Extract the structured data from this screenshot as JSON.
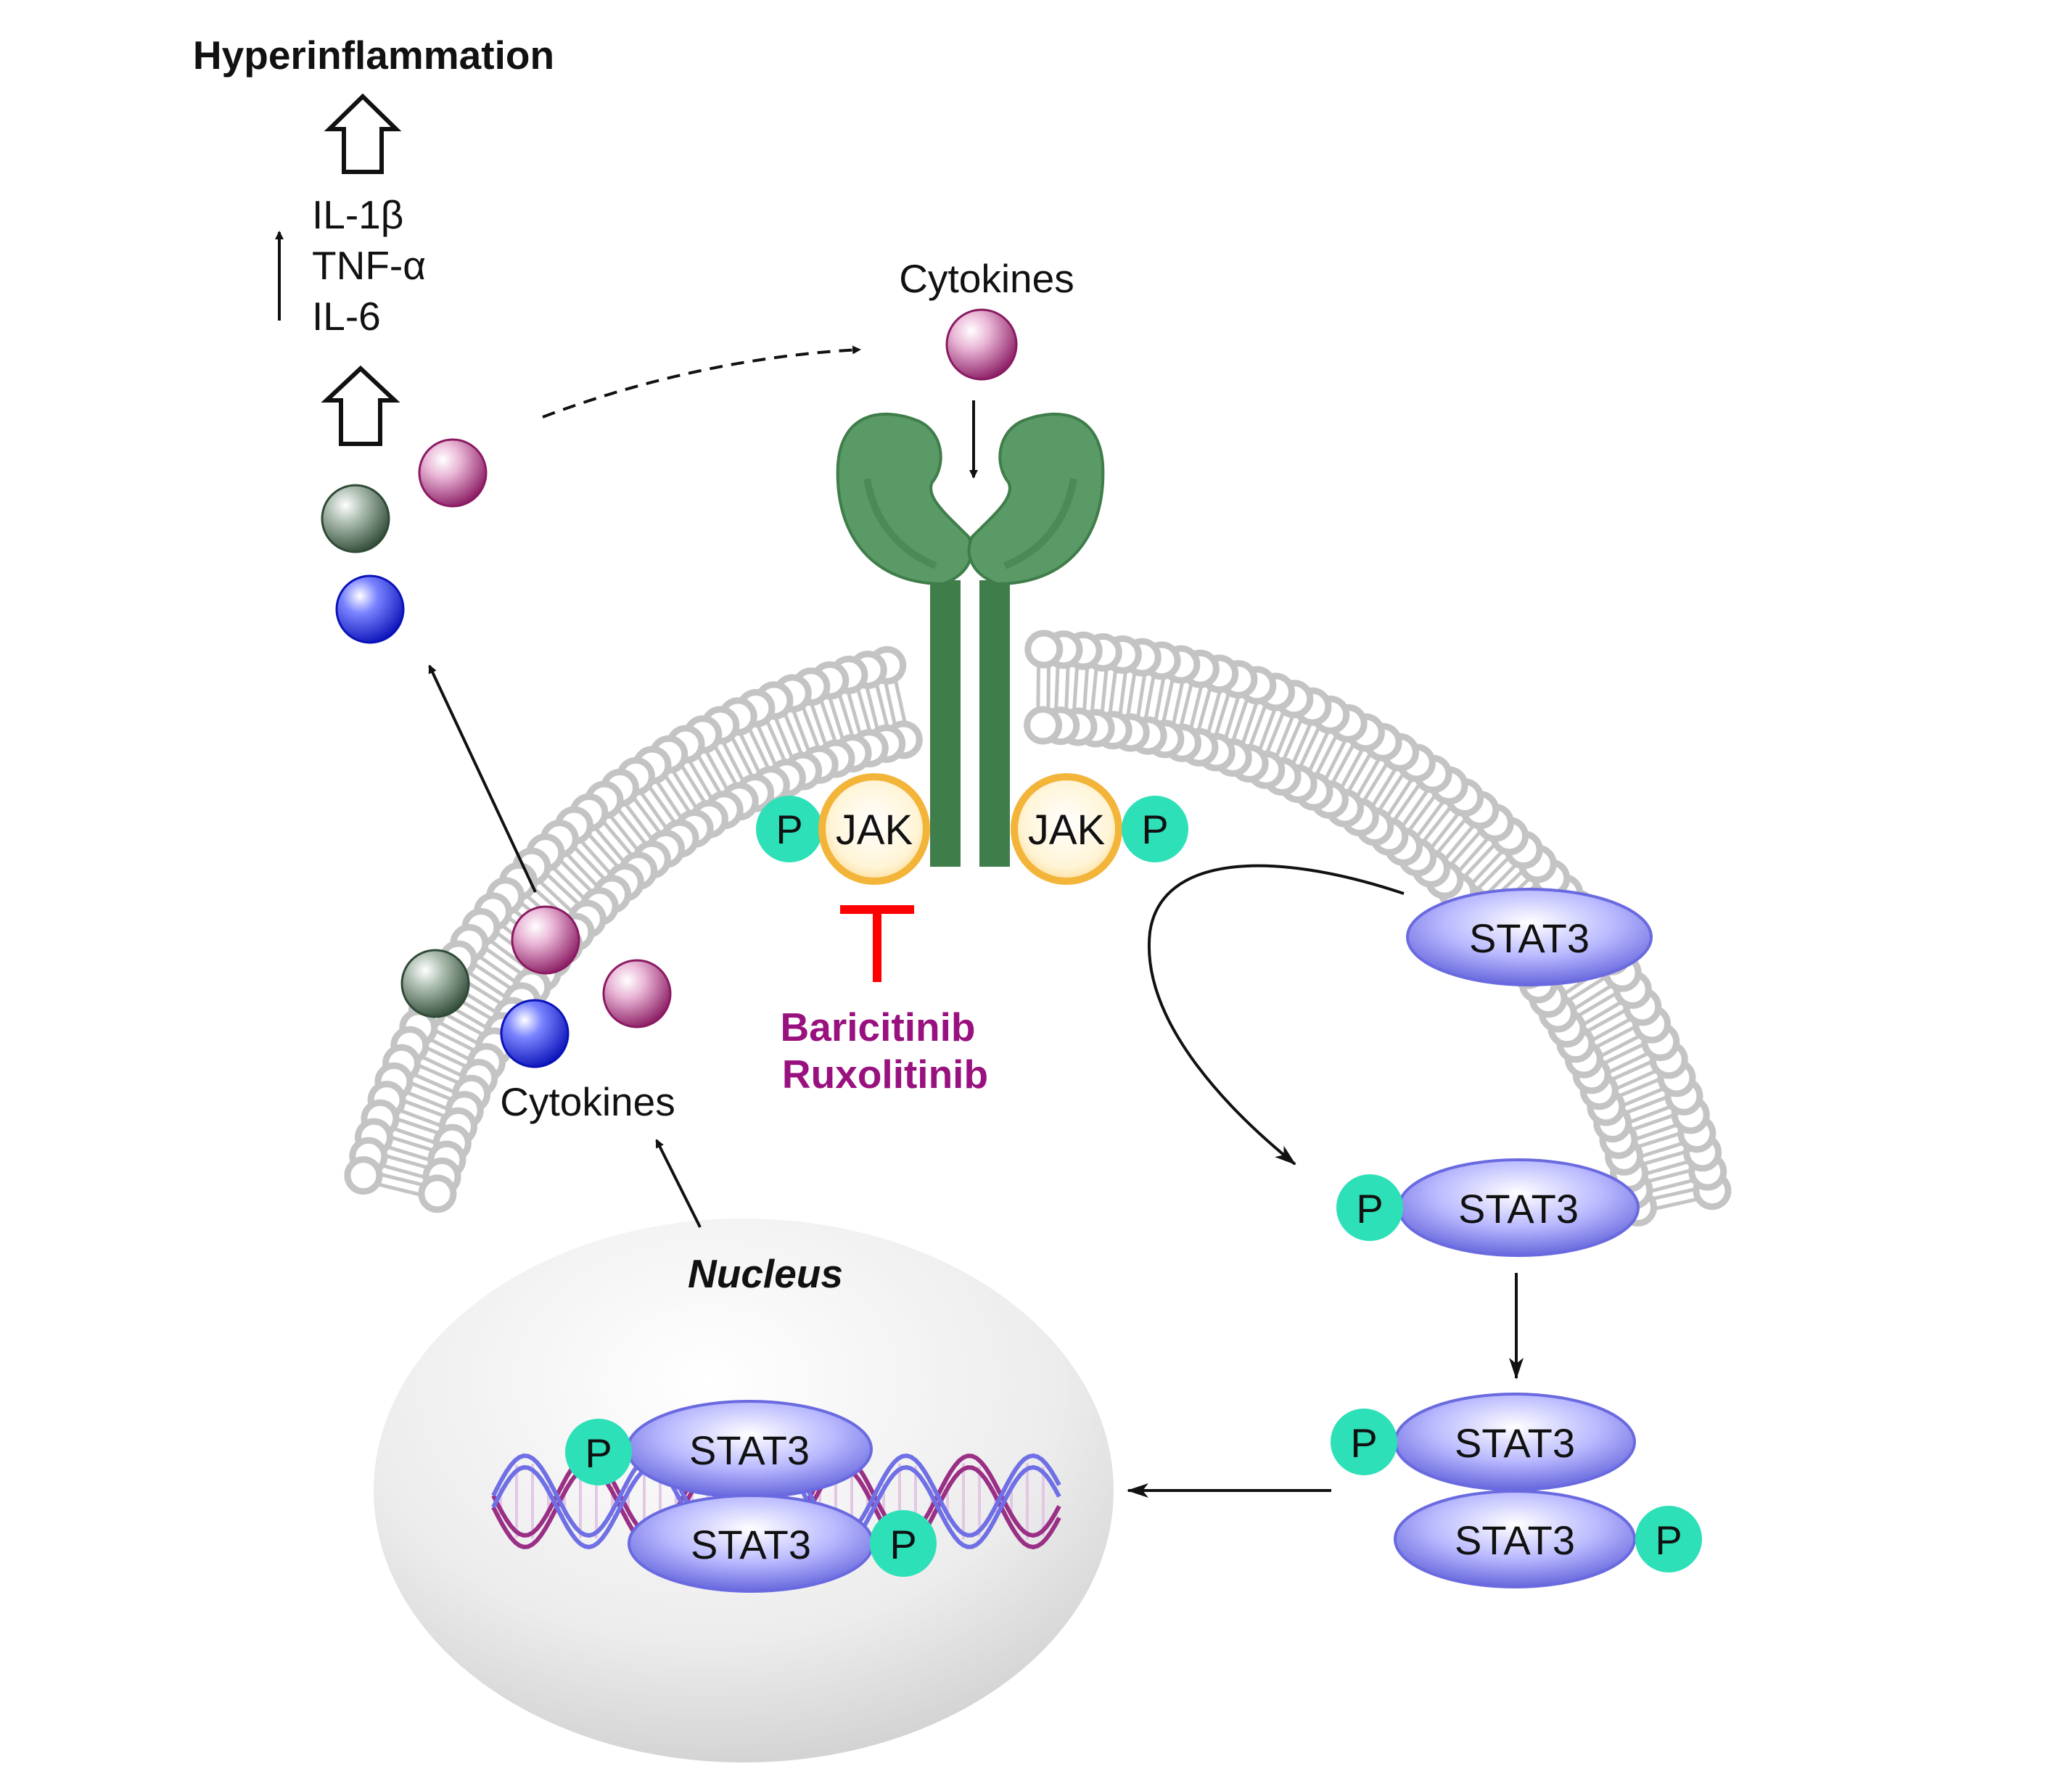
{
  "labels": {
    "hyperinflammation": "Hyperinflammation",
    "il1b": "IL-1β",
    "tnfa": "TNF-α",
    "il6": "IL-6",
    "cytokines_top": "Cytokines",
    "cytokines_bottom": "Cytokines",
    "nucleus": "Nucleus",
    "jak": "JAK",
    "p": "P",
    "stat3": "STAT3",
    "drug1": "Baricitinib",
    "drug2": "Ruxolitinib"
  },
  "colors": {
    "receptor": "#5a9a66",
    "receptor_stem": "#3f7d4a",
    "membrane": "#c4c4c4",
    "phosphate": "#2de0b8",
    "stat": "#7c7cf0",
    "cytokine_magenta": "#b0327e",
    "cytokine_green": "#4c6b55",
    "cytokine_blue": "#1f2ad6",
    "inhibitor": "#ff0000",
    "drug_text": "#98117e",
    "jak_ring": "#f3b43a"
  }
}
